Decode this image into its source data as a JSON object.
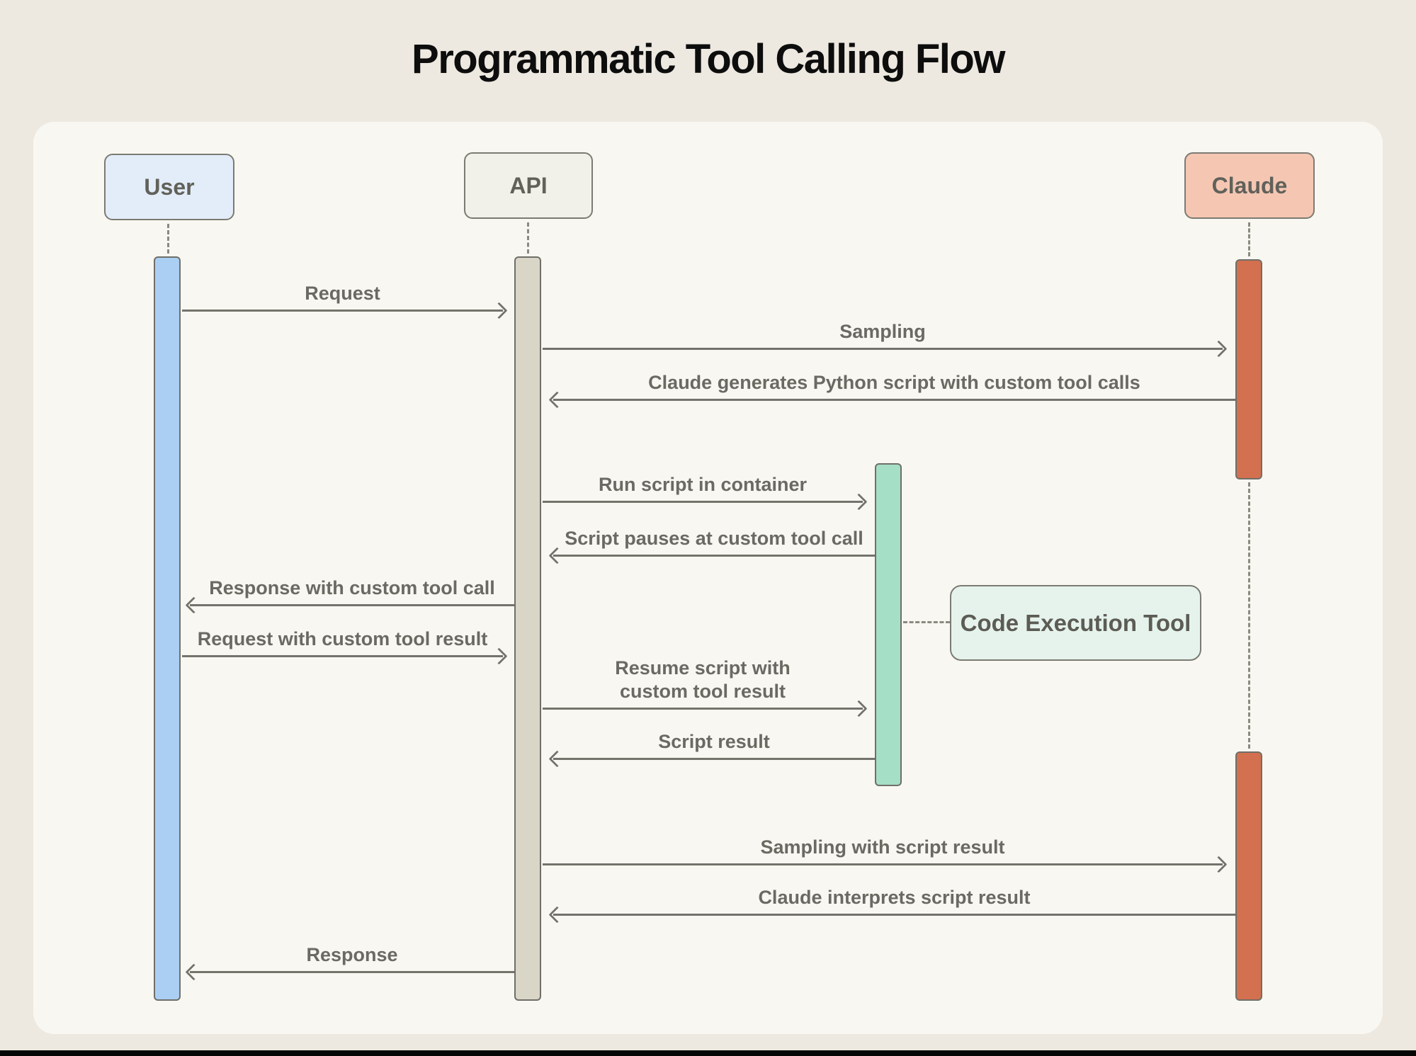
{
  "title": "Programmatic Tool Calling Flow",
  "actors": [
    {
      "id": "user",
      "label": "User",
      "fill": "#E3EDF9",
      "bar_fill": "#ABCFF3"
    },
    {
      "id": "api",
      "label": "API",
      "fill": "#F2F1E9",
      "bar_fill": "#D9D5C7"
    },
    {
      "id": "claude",
      "label": "Claude",
      "fill": "#F5C7B3",
      "bar_fill": "#D3704F"
    }
  ],
  "tool_box": {
    "label": "Code Execution Tool",
    "fill": "#E6F3ED"
  },
  "exec_bar_fill": "#A5DFC6",
  "messages": [
    {
      "label": "Request",
      "from": "User",
      "to": "API",
      "direction": "right"
    },
    {
      "label": "Sampling",
      "from": "API",
      "to": "Claude",
      "direction": "right"
    },
    {
      "label": "Claude generates Python script with custom tool calls",
      "from": "Claude",
      "to": "API",
      "direction": "left"
    },
    {
      "label": "Run script in container",
      "from": "API",
      "to": "Code Execution Tool",
      "direction": "right"
    },
    {
      "label": "Script pauses at custom tool call",
      "from": "Code Execution Tool",
      "to": "API",
      "direction": "left"
    },
    {
      "label": "Response with custom tool call",
      "from": "API",
      "to": "User",
      "direction": "left"
    },
    {
      "label": "Request with custom tool result",
      "from": "User",
      "to": "API",
      "direction": "right"
    },
    {
      "label": "Resume script with\ncustom tool result",
      "from": "API",
      "to": "Code Execution Tool",
      "direction": "right"
    },
    {
      "label": "Script result",
      "from": "Code Execution Tool",
      "to": "API",
      "direction": "left"
    },
    {
      "label": "Sampling with script result",
      "from": "API",
      "to": "Claude",
      "direction": "right"
    },
    {
      "label": "Claude interprets script result",
      "from": "Claude",
      "to": "API",
      "direction": "left"
    },
    {
      "label": "Response",
      "from": "API",
      "to": "User",
      "direction": "left"
    }
  ],
  "colors": {
    "page_bg": "#EDE9E0",
    "panel_bg": "#F9F7F1",
    "line_gray": "#73736c",
    "text_gray": "#6a6a63",
    "title_color": "#0d0d0d"
  }
}
